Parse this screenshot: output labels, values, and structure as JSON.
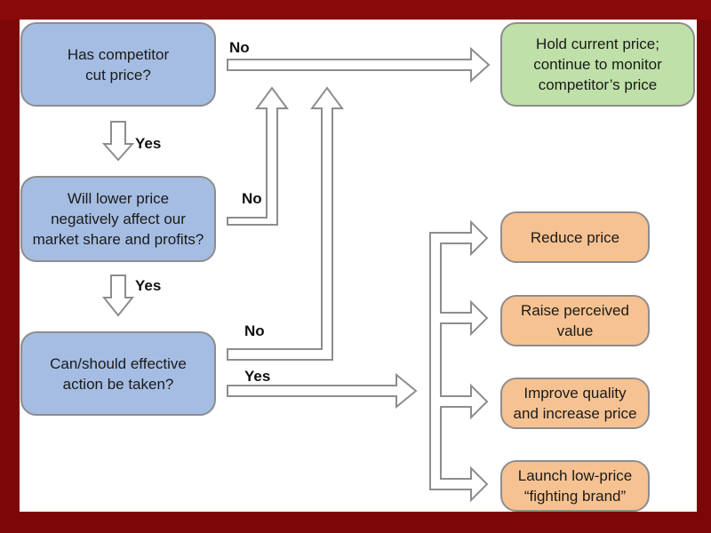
{
  "colors": {
    "background": "#7d0608",
    "canvas": "#ffffff",
    "decision_fill": "#a5bde2",
    "hold_fill": "#bfe0a8",
    "action_fill": "#f7c291",
    "arrow_stroke": "#8d8d8d"
  },
  "decisions": {
    "q1": "Has competitor\ncut price?",
    "q2": "Will lower price\nnegatively affect our\nmarket share and profits?",
    "q3": "Can/should effective\naction be taken?"
  },
  "outcomes": {
    "hold": "Hold current price;\ncontinue to monitor\ncompetitor’s price"
  },
  "actions": [
    "Reduce price",
    "Raise perceived\nvalue",
    "Improve quality\nand increase price",
    "Launch low-price\n“fighting brand”"
  ],
  "labels": {
    "no1": "No",
    "yes1": "Yes",
    "no2": "No",
    "yes2": "Yes",
    "no3": "No",
    "yes3": "Yes"
  }
}
